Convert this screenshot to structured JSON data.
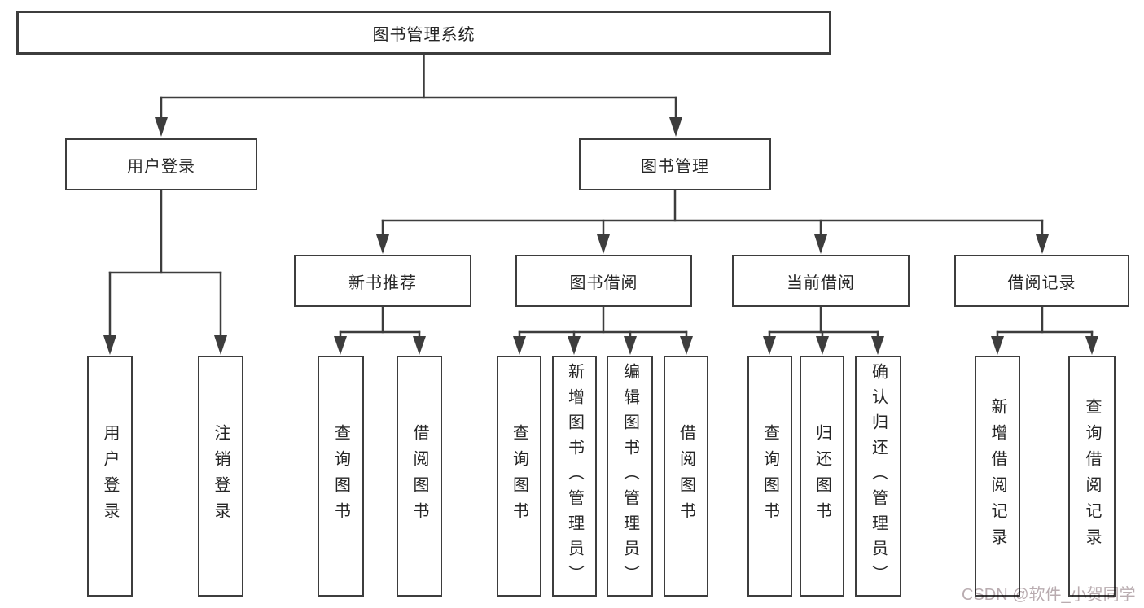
{
  "colors": {
    "line": "#3d3d3d",
    "text": "#262626",
    "box_background": "#ffffff",
    "watermark": "#b9acb0"
  },
  "watermark": {
    "text": "CSDN @软件_小贺同学"
  },
  "tree": {
    "root": "图书管理系统",
    "level2": [
      "用户登录",
      "图书管理"
    ],
    "level3": [
      "新书推荐",
      "图书借阅",
      "当前借阅",
      "借阅记录"
    ],
    "leaves": {
      "login": [
        "用户登录",
        "注销登录"
      ],
      "recommend": [
        "查询图书",
        "借阅图书"
      ],
      "borrow": [
        "查询图书",
        "新增图书（管理员）",
        "编辑图书（管理员）",
        "借阅图书"
      ],
      "current": [
        "查询图书",
        "归还图书",
        "确认归还（管理员）"
      ],
      "records": [
        "新增借阅记录",
        "查询借阅记录"
      ]
    }
  }
}
